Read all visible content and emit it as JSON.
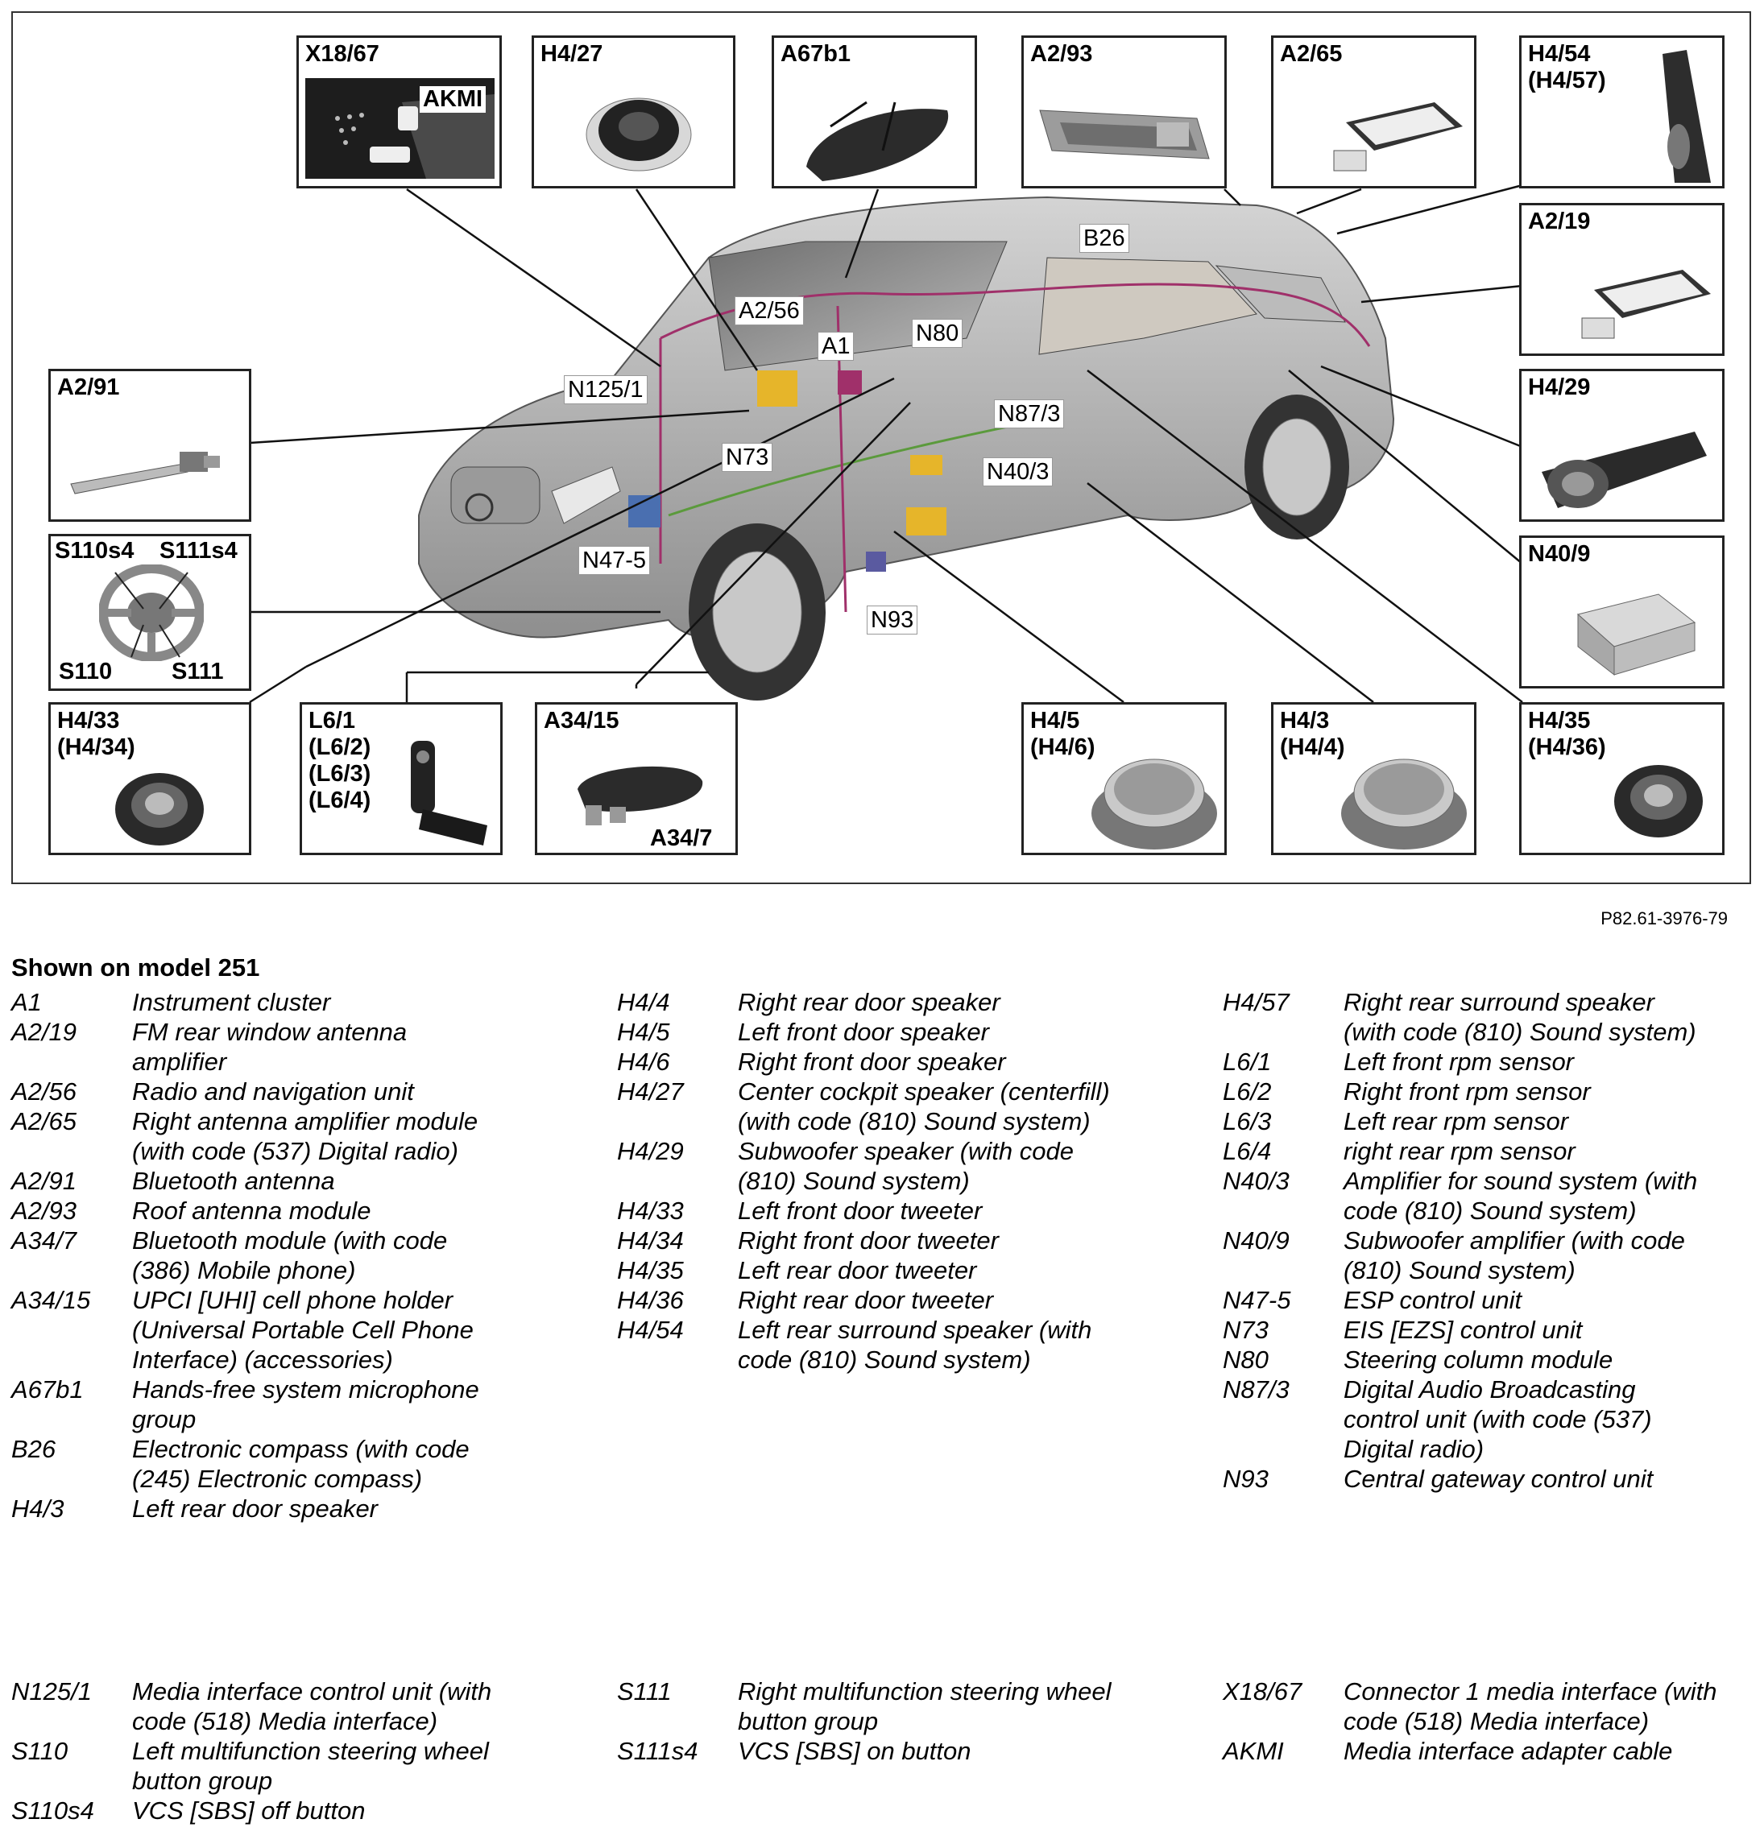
{
  "figure_id": "P82.61-3976-79",
  "caption": "Shown on model 251",
  "boxes": {
    "x1867": "X18/67",
    "akmi": "AKMI",
    "h427": "H4/27",
    "a67b1": "A67b1",
    "a293": "A2/93",
    "a265": "A2/65",
    "h454": "H4/54\n(H4/57)",
    "a219": "A2/19",
    "h429": "H4/29",
    "n409": "N40/9",
    "a291": "A2/91",
    "s110s4": "S110s4",
    "s111s4": "S111s4",
    "s110": "S110",
    "s111": "S111",
    "h433": "H4/33\n(H4/34)",
    "l61": "L6/1\n(L6/2)\n(L6/3)\n(L6/4)",
    "a3415": "A34/15",
    "a347": "A34/7",
    "h45": "H4/5\n(H4/6)",
    "h43": "H4/3\n(H4/4)",
    "h435": "H4/35\n(H4/36)"
  },
  "car_labels": {
    "b26": "B26",
    "a256": "A2/56",
    "a1": "A1",
    "n80": "N80",
    "n1251": "N125/1",
    "n873": "N87/3",
    "n73": "N73",
    "n403": "N40/3",
    "n475": "N47-5",
    "n93": "N93"
  },
  "legend_col1": [
    {
      "code": "A1",
      "desc": "Instrument cluster"
    },
    {
      "code": "A2/19",
      "desc": "FM rear window antenna\namplifier"
    },
    {
      "code": "A2/56",
      "desc": "Radio and navigation unit"
    },
    {
      "code": "A2/65",
      "desc": "Right antenna amplifier module\n(with code (537) Digital radio)"
    },
    {
      "code": "A2/91",
      "desc": "Bluetooth antenna"
    },
    {
      "code": "A2/93",
      "desc": "Roof antenna module"
    },
    {
      "code": "A34/7",
      "desc": "Bluetooth module (with code\n(386) Mobile phone)"
    },
    {
      "code": "A34/15",
      "desc": "UPCI [UHI] cell phone holder\n(Universal Portable Cell Phone\nInterface) (accessories)"
    },
    {
      "code": "A67b1",
      "desc": "Hands-free system microphone\ngroup"
    },
    {
      "code": "B26",
      "desc": "Electronic compass (with code\n(245) Electronic compass)"
    },
    {
      "code": "H4/3",
      "desc": "Left rear door speaker"
    }
  ],
  "legend_col2": [
    {
      "code": "H4/4",
      "desc": "Right rear door speaker"
    },
    {
      "code": "H4/5",
      "desc": "Left front door speaker"
    },
    {
      "code": "H4/6",
      "desc": "Right front door speaker"
    },
    {
      "code": "H4/27",
      "desc": "Center cockpit speaker (centerfill)\n(with code (810) Sound system)"
    },
    {
      "code": "H4/29",
      "desc": "Subwoofer speaker (with code\n(810) Sound system)"
    },
    {
      "code": "H4/33",
      "desc": "Left front door tweeter"
    },
    {
      "code": "H4/34",
      "desc": "Right front door tweeter"
    },
    {
      "code": "H4/35",
      "desc": "Left rear door tweeter"
    },
    {
      "code": "H4/36",
      "desc": "Right rear door tweeter"
    },
    {
      "code": "H4/54",
      "desc": "Left rear surround speaker (with\ncode (810) Sound system)"
    }
  ],
  "legend_col3": [
    {
      "code": "H4/57",
      "desc": "Right rear surround speaker\n(with code (810) Sound system)"
    },
    {
      "code": "L6/1",
      "desc": "Left front rpm sensor"
    },
    {
      "code": "L6/2",
      "desc": "Right front rpm sensor"
    },
    {
      "code": "L6/3",
      "desc": "Left rear rpm sensor"
    },
    {
      "code": "L6/4",
      "desc": "right rear rpm sensor"
    },
    {
      "code": "N40/3",
      "desc": "Amplifier for sound system (with\ncode  (810) Sound system)"
    },
    {
      "code": "N40/9",
      "desc": "Subwoofer amplifier (with code\n(810) Sound system)"
    },
    {
      "code": "N47-5",
      "desc": "ESP control unit"
    },
    {
      "code": "N73",
      "desc": "EIS [EZS] control unit"
    },
    {
      "code": "N80",
      "desc": "Steering column module"
    },
    {
      "code": "N87/3",
      "desc": "Digital Audio Broadcasting\ncontrol unit (with code (537)\nDigital radio)"
    },
    {
      "code": "N93",
      "desc": "Central gateway control unit"
    }
  ],
  "legend2_col1": [
    {
      "code": "N125/1",
      "desc": "Media interface control unit (with\ncode (518) Media interface)"
    },
    {
      "code": "S110",
      "desc": "Left multifunction steering wheel\nbutton group"
    },
    {
      "code": "S110s4",
      "desc": "VCS [SBS] off button"
    }
  ],
  "legend2_col2": [
    {
      "code": "S111",
      "desc": "Right multifunction steering wheel\nbutton group"
    },
    {
      "code": "S111s4",
      "desc": "VCS [SBS] on button"
    }
  ],
  "legend2_col3": [
    {
      "code": "X18/67",
      "desc": "Connector 1 media interface (with\ncode (518) Media interface)"
    },
    {
      "code": "AKMI",
      "desc": "Media interface adapter cable"
    }
  ]
}
